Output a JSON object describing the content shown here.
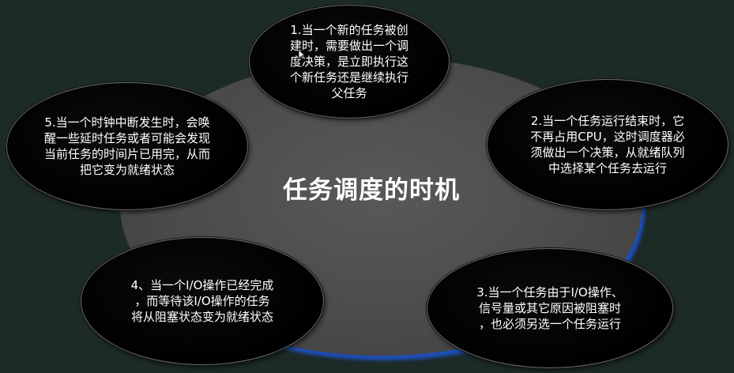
{
  "center": {
    "title": "任务调度的时机"
  },
  "nodes": [
    {
      "id": "n1",
      "text": "1.当一个新的任务被创\n建时，需要做出一个调\n度决策，是立即执行这\n个新任务还是继续执行\n父任务"
    },
    {
      "id": "n2",
      "text": "2.当一个任务运行结束时，它\n不再占用CPU，这时调度器必\n须做出一个决策，从就绪队列\n中选择某个任务去运行"
    },
    {
      "id": "n3",
      "text": "3.当一个任务由于I/O操作、\n信号量或其它原因被阻塞时\n，也必须另选一个任务运行"
    },
    {
      "id": "n4",
      "text": "4、当一个I/O操作已经完成\n，而等待该I/O操作的任务\n将从阻塞状态变为就绪状态"
    },
    {
      "id": "n5",
      "text": "5.当一个时钟中断发生时，会唤\n醒一些延时任务或者可能会发现\n当前任务的时间片已用完，从而\n把它变为就绪状态"
    }
  ],
  "colors": {
    "background": "#1d2b27",
    "center_fill": "#4a4a4a",
    "center_shadow": "#1f4fb8",
    "node_fill": "#000000",
    "text": "#ffffff"
  }
}
